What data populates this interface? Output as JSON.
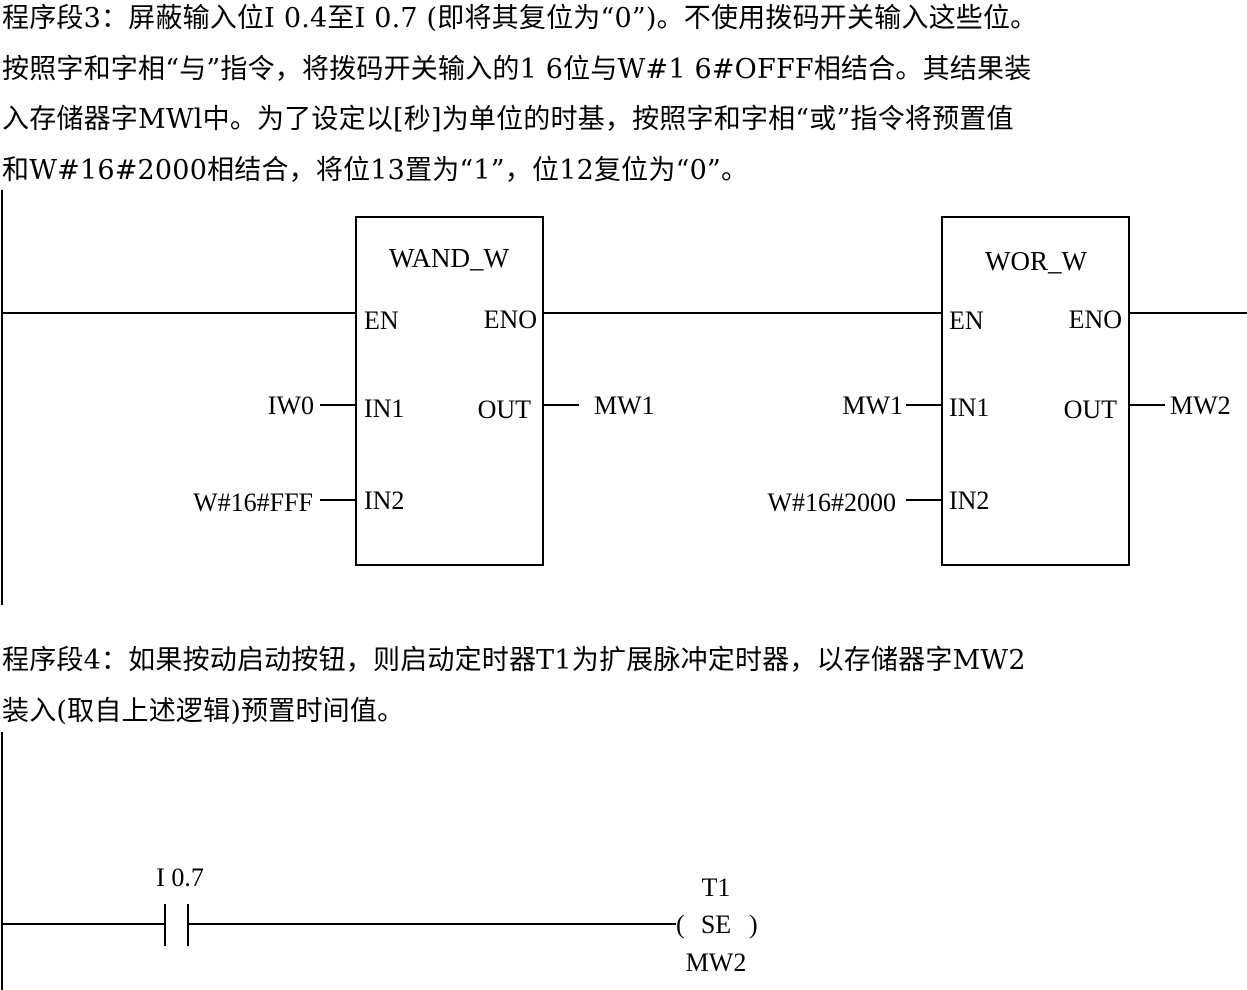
{
  "network3": {
    "text_lines": [
      "程序段3：屏蔽输入位I 0.4至I 0.7 (即将其复位为“0”)。不使用拨码开关输入这些位。",
      "按照字和字相“与”指令，将拨码开关输入的1 6位与W#1 6#OFFF相结合。其结果装",
      "入存储器字MWl中。为了设定以[秒]为单位的时基，按照字和字相“或”指令将预置值",
      "和W#16#2000相结合，将位13置为“1”，位12复位为“0”。"
    ],
    "block1": {
      "name": "WAND_W",
      "pin_en": "EN",
      "pin_eno": "ENO",
      "pin_in1": "IN1",
      "pin_in2": "IN2",
      "pin_out": "OUT",
      "in1_operand": "IW0",
      "in2_operand": "W#16#FFF",
      "out_operand": "MW1"
    },
    "block2": {
      "name": "WOR_W",
      "pin_en": "EN",
      "pin_eno": "ENO",
      "pin_in1": "IN1",
      "pin_in2": "IN2",
      "pin_out": "OUT",
      "in1_operand": "MW1",
      "in2_operand": "W#16#2000",
      "out_operand": "MW2"
    }
  },
  "network4": {
    "text_lines": [
      "程序段4：如果按动启动按钮，则启动定时器T1为扩展脉冲定时器，以存储器字MW2",
      "装入(取自上述逻辑)预置时间值。"
    ],
    "contact_label": "I 0.7",
    "coil_name": "T1",
    "coil_type": "SE",
    "coil_operand": "MW2"
  }
}
